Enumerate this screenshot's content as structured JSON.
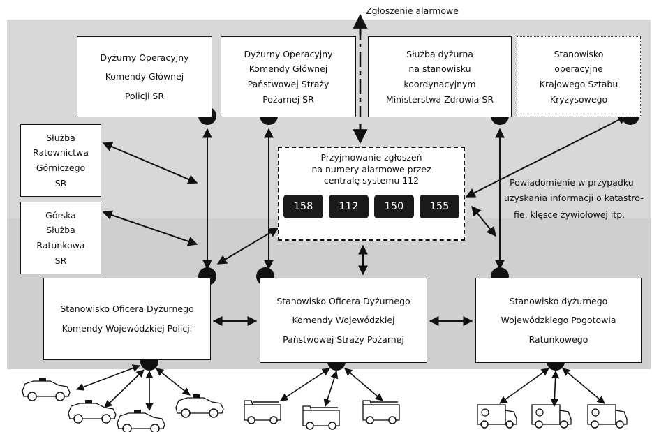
{
  "top_label": "Zgłoszenie alarmowe",
  "top_boxes": [
    {
      "lines": [
        "Dyżurny Operacyjny",
        "Komendy Głównej",
        "Policji SR"
      ]
    },
    {
      "lines": [
        "Dyżurny Operacyjny",
        "Komendy Głównej",
        "Państwowej Straży",
        "Pożarnej SR"
      ]
    },
    {
      "lines": [
        "Służba dyżurna",
        "na stanowisku",
        "koordynacyjnym",
        "Ministerstwa Zdrowia SR"
      ]
    },
    {
      "lines": [
        "Stanowisko",
        "operacyjne",
        "Krajowego Sztabu",
        "Kryzysowego"
      ]
    }
  ],
  "left_boxes": [
    {
      "lines": [
        "Służba",
        "Ratownictwa",
        "Górniczego",
        "SR"
      ]
    },
    {
      "lines": [
        "Górska",
        "Służba",
        "Ratunkowa",
        "SR"
      ]
    }
  ],
  "center_box": {
    "lines": [
      "Przyjmowanie zgłoszeń",
      "na numery alarmowe przez",
      "centralę systemu 112"
    ],
    "numbers": [
      "158",
      "112",
      "150",
      "155"
    ]
  },
  "notification": [
    "Powiadomienie w przypadku",
    "uzyskania informacji o katastro-",
    "fie, klęsce żywiołowej itp."
  ],
  "bottom_boxes": [
    {
      "lines": [
        "Stanowisko Oficera Dyżurnego",
        "Komendy Wojewódzkiej Policji"
      ]
    },
    {
      "lines": [
        "Stanowisko Oficera Dyżurnego",
        "Komendy Wojewódzkiej",
        "Państwowej Straży Pożarnej"
      ]
    },
    {
      "lines": [
        "Stanowisko dyżurnego",
        "Wojewódzkiego Pogotowia",
        "Ratunkowego"
      ]
    }
  ],
  "vehicles": [
    {
      "type": "police-car-icon",
      "count": 4
    },
    {
      "type": "fire-truck-icon",
      "count": 3
    },
    {
      "type": "ambulance-icon",
      "count": 3
    }
  ],
  "colors": {
    "background": "#d8d8d8",
    "node": "#111111",
    "number_tile": "#1a1a1a"
  }
}
